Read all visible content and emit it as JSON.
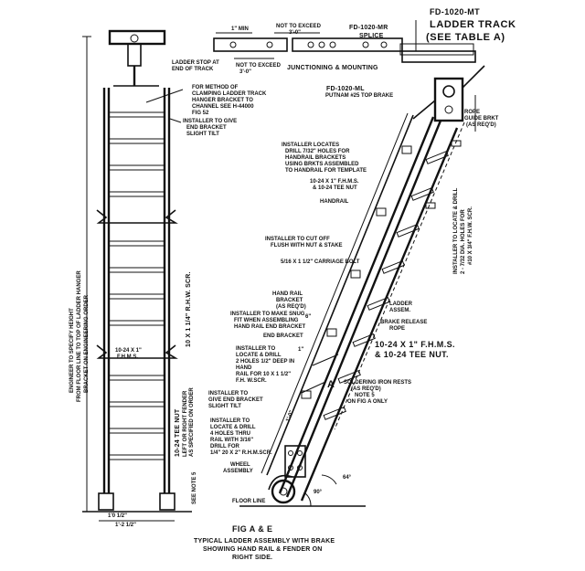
{
  "title_block": {
    "part_number": "FD-1020-MT",
    "title_line1": "LADDER TRACK",
    "title_line2": "(SEE TABLE A)"
  },
  "top_details": {
    "dim_1_max": "1\" MIN",
    "not_exceed_1": "NOT TO EXCEED",
    "not_exceed_1_val": "3'-0\"",
    "splice_label": "FD-1020-MR",
    "splice_sub": "SPLICE",
    "not_exceed_2": "NOT TO EXCEED",
    "not_exceed_2_val": "3'-0\"",
    "ladder_stop": "LADDER STOP AT",
    "ladder_stop_2": "END OF TRACK",
    "junction": "JUNCTIONING & MOUNTING"
  },
  "brake": {
    "part": "FD-1020-ML",
    "desc": "PUTNAM #25 TOP BRAKE"
  },
  "notes": {
    "clamping_1": "FOR METHOD OF",
    "clamping_2": "CLAMPING LADDER TRACK",
    "clamping_3": "HANGER BRACKET TO",
    "clamping_4": "CHANNEL SEE H-44000",
    "clamping_5": "FIG 52",
    "installer_give_1": "INSTALLER TO GIVE",
    "installer_give_2": "END BRACKET",
    "installer_give_3": "SLIGHT TILT",
    "locates_1": "INSTALLER LOCATES",
    "locates_2": "DRILL 7/32\" HOLES FOR",
    "locates_3": "HANDRAIL BRACKETS",
    "locates_4": "USING BRKTS ASSEMBLED",
    "locates_5": "TO HANDRAIL FOR TEMPLATE",
    "fhms_1": "10-24 X 1\" F.H.M.S.",
    "fhms_2": "& 10-24 TEE NUT",
    "handrail": "HANDRAIL",
    "cutoff_1": "INSTALLER TO CUT OFF",
    "cutoff_2": "FLUSH WITH NUT & STAKE",
    "carriage": "5/16 X 1 1/2\" CARRIAGE BOLT",
    "hand_bracket_1": "HAND RAIL",
    "hand_bracket_2": "BRACKET",
    "hand_bracket_3": "(AS REQ'D)",
    "snug_1": "INSTALLER TO MAKE SNUG",
    "snug_2": "FIT WHEN ASSEMBLING",
    "snug_3": "HAND RAIL END BRACKET",
    "end_bracket": "END BRACKET",
    "ladder_assem_1": "LADDER",
    "ladder_assem_2": "ASSEM.",
    "brake_release_1": "BRAKE RELEASE",
    "brake_release_2": "ROPE",
    "rope_1": "ROPE",
    "rope_2": "GUIDE BRKT",
    "rope_3": "(AS REQ'D)",
    "fhms_big_1": "10-24 X 1\" F.H.M.S.",
    "fhms_big_2": "& 10-24 TEE NUT.",
    "soldering_1": "SOLDERING IRON RESTS",
    "soldering_2": "(AS REQ'D)",
    "soldering_3": "NOTE 5",
    "soldering_4": "ON FIG A ONLY",
    "locate_drill_1": "INSTALLER TO",
    "locate_drill_2": "LOCATE & DRILL",
    "locate_drill_3": "2 HOLES 1/2\" DEEP IN",
    "locate_drill_4": "HAND",
    "locate_drill_5": "RAIL FOR 10 X 1 1/2\"",
    "locate_drill_6": "F.H. W.SCR.",
    "give_tilt_1": "INSTALLER TO",
    "give_tilt_2": "GIVE END BRACKET",
    "give_tilt_3": "SLIGHT TILT",
    "four_holes_1": "INSTALLER TO",
    "four_holes_2": "LOCATE & DRILL",
    "four_holes_3": "4 HOLES THRU",
    "four_holes_4": "RAIL WITH 3/16\"",
    "four_holes_5": "DRILL FOR",
    "four_holes_6": "1/4\" 20 X 2\" R.H.M.SCR.",
    "wheel_1": "WHEEL",
    "wheel_2": "ASSEMBLY",
    "floor_line": "FLOOR LINE",
    "see_note": "SEE NOTE 5",
    "left_fhms_1": "10-24 X 1\"",
    "left_fhms_2": "F.H.M.S.",
    "tee_nut": "10-24 TEE NUT",
    "rhw": "10 X 1 1/4\" R.H.W. SCR.",
    "engineer_1": "ENGINEER TO SPECIFY HEIGHT",
    "engineer_2": "FROM FLOOR LINE TO TOP OF LADDER HANGER",
    "engineer_3": "BRACKET ON ENGINEERING ORDER",
    "right_vertical_1": "INSTALLER TO LOCATE & DRILL",
    "right_vertical_2": "2 - 7/32 DIA. HOLES FOR",
    "right_vertical_3": "#10 X 3/4\" F.H.W. SCR.",
    "left_fender": "LEFT OR RIGHT FENDER",
    "left_fender_2": "AS SPECIFIED ON ORDER",
    "angle_1": "90°",
    "angle_2": "64°",
    "dim_six": "6\"",
    "dim_one": "1\"",
    "dim_ten": "1'-0\"",
    "dim_a": "A",
    "dim_bottom": "1'-2 1/2\"",
    "dim_bottom_2": "1'0 1/2\""
  },
  "caption": {
    "fig": "FIG A & E",
    "line1": "TYPICAL LADDER ASSEMBLY WITH BRAKE",
    "line2": "SHOWING HAND RAIL & FENDER ON",
    "line3": "RIGHT SIDE."
  }
}
